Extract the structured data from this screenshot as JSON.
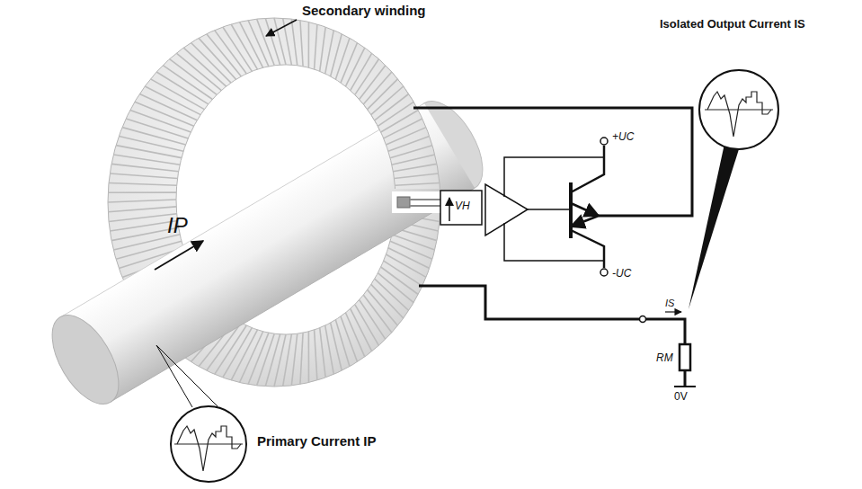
{
  "diagram": {
    "labels": [
      "Secondary winding",
      "Isolated Output Current IS",
      "IP",
      "VH",
      "+UC",
      "-UC",
      "IS",
      "RM",
      "0V",
      "Primary Current IP"
    ]
  }
}
